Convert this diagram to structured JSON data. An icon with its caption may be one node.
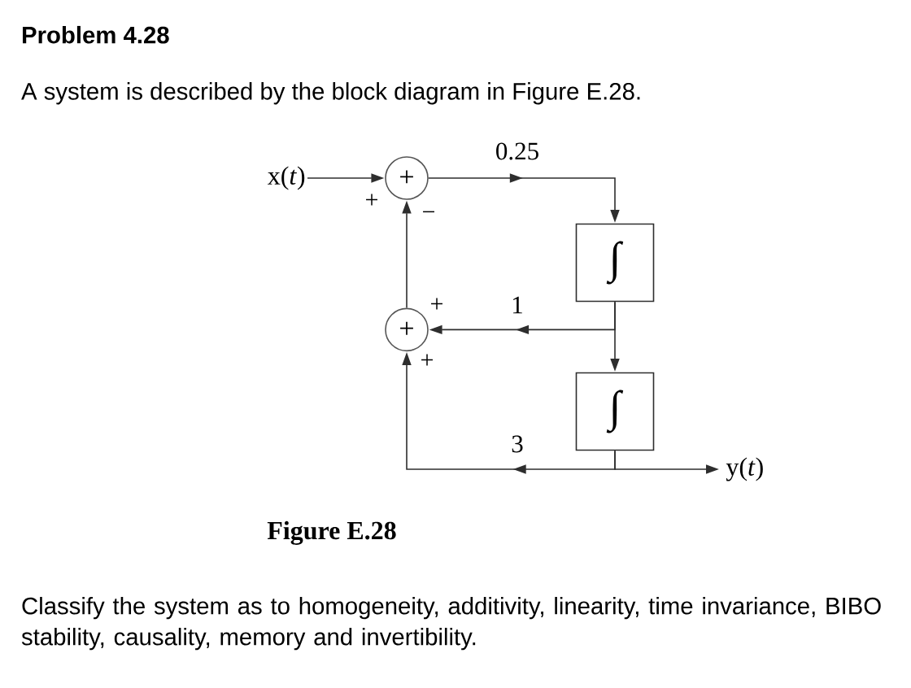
{
  "diagram": {
    "title": "Problem 4.28",
    "caption": "Figure E.28",
    "nodes": [
      {
        "text": [
          "x(*t*)"
        ]
      },
      {
        "text": [
          "+"
        ],
        "beside": [
          "+",
          "−"
        ]
      },
      {
        "text": [
          "∫"
        ]
      },
      {
        "text": [
          "+"
        ],
        "beside": [
          "+",
          "+"
        ]
      },
      {
        "text": [
          "∫"
        ]
      },
      {
        "text": [
          "y(*t*)"
        ]
      }
    ],
    "edges": [
      {
        "from": 0,
        "to": 1,
        "arrow": "to"
      },
      {
        "from": 1,
        "to": 2,
        "arrow": "to",
        "label": "0.25"
      },
      {
        "from": 2,
        "to": 3,
        "arrow": "to",
        "label": "1"
      },
      {
        "from": 2,
        "to": 4,
        "arrow": "to"
      },
      {
        "from": 3,
        "to": 1,
        "arrow": "to"
      },
      {
        "from": 4,
        "to": 3,
        "arrow": "to",
        "label": "3"
      },
      {
        "from": 4,
        "to": 5,
        "arrow": "to"
      }
    ],
    "labels": [
      "A system is described by the block diagram in Figure E.28.",
      "Classify the system as to homogeneity, additivity, linearity, time invariance, BIBO stability, causality, memory and invertibility."
    ]
  }
}
